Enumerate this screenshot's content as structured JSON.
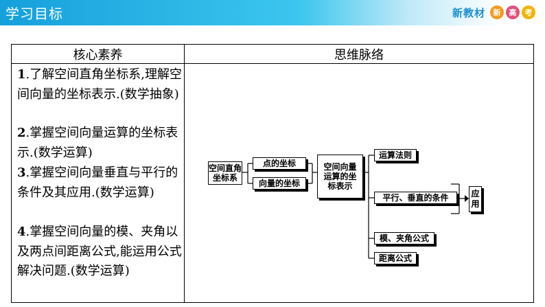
{
  "header": {
    "title": "学习目标",
    "brand": "新教材",
    "badges": [
      "新",
      "高",
      "考"
    ],
    "accent": "#15a0dc"
  },
  "table": {
    "left_header": "核心素养",
    "right_header": "思维脉络",
    "goals": [
      {
        "num": "1",
        "text": ".了解空间直角坐标系,理解空间向量的坐标表示.(数学抽象)"
      },
      {
        "num": "2",
        "text": ".掌握空间向量运算的坐标表示.(数学运算)"
      },
      {
        "num": "3",
        "text": ".掌握空间向量垂直与平行的条件及其应用.(数学运算)"
      },
      {
        "num": "4",
        "text": ".掌握空间向量的模、夹角以及两点间距离公式,能运用公式解决问题.(数学运算)"
      }
    ]
  },
  "diagram": {
    "root": "空间直角坐标系",
    "branches": [
      "点的坐标",
      "向量的坐标"
    ],
    "middle": "空间向量运算的坐标表示",
    "leaves": [
      "运算法则",
      "平行、垂直的条件",
      "模、夹角公式",
      "距离公式"
    ],
    "end": "应用"
  }
}
